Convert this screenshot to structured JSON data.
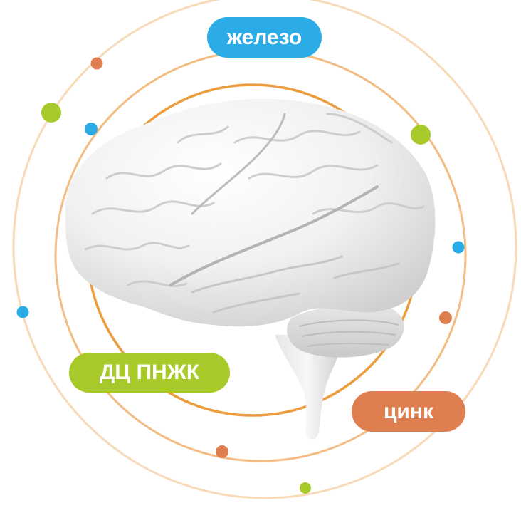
{
  "labels": {
    "iron": "железо",
    "dha": "ДЦ ПНЖК",
    "zinc": "цинк"
  },
  "colors": {
    "blue": "#2cace6",
    "green": "#a8c92a",
    "orange": "#df7f4f",
    "ring_inner": "#ec9c3c",
    "ring_middle": "#f2bc82",
    "ring_outer": "#f7dab8"
  },
  "image": {
    "subject": "brain-illustration"
  }
}
